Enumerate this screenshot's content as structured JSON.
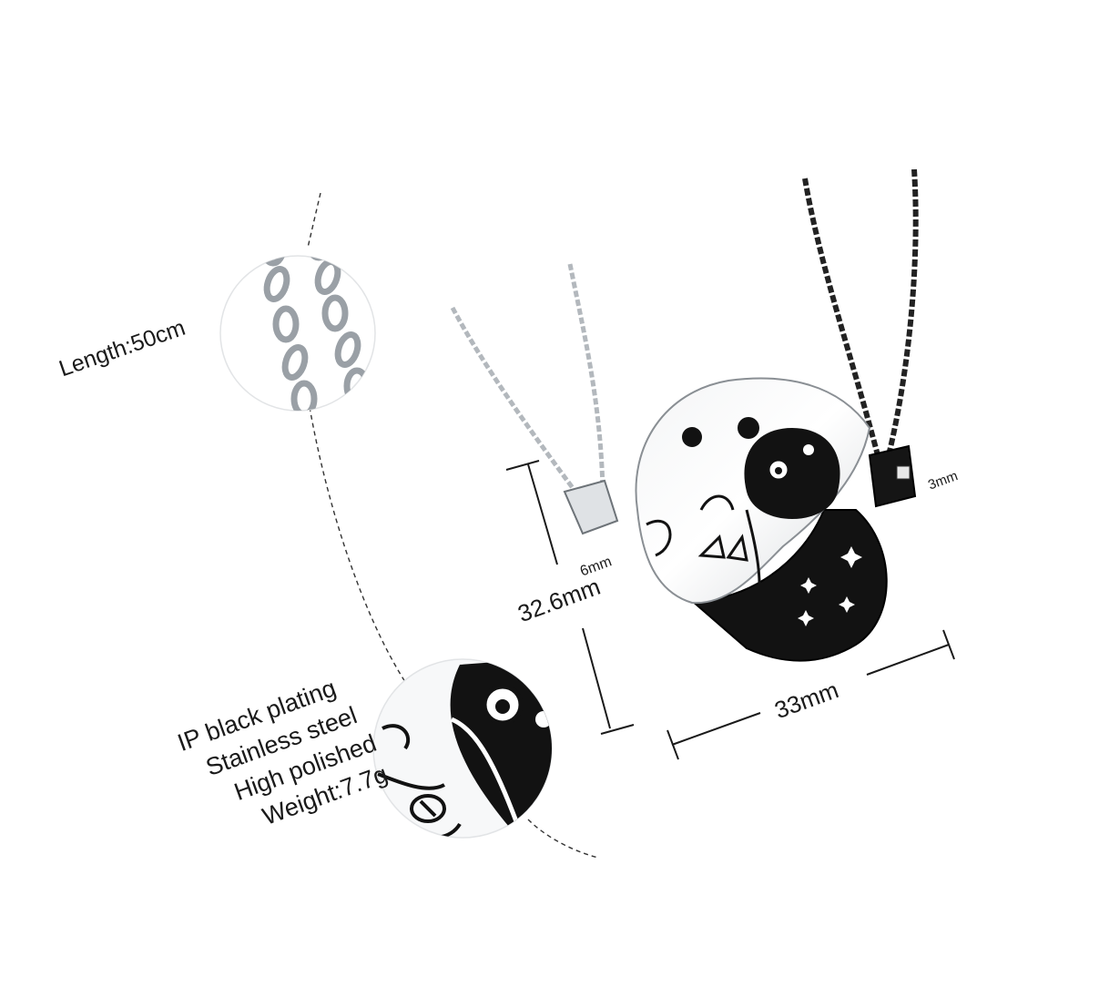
{
  "labels": {
    "length": "Length:50cm",
    "height": "32.6mm",
    "bail": "6mm",
    "width": "33mm",
    "bail_right": "3mm"
  },
  "specs": [
    "IP black plating",
    "Stainless steel",
    "High polished",
    "Weight:7.7g"
  ],
  "colors": {
    "silver": "#d9dcdf",
    "steel_edge": "#8a8f94",
    "black_plate": "#121212",
    "ink": "#1a1a1a"
  },
  "icons": [
    "cat-icon",
    "paw-icon",
    "bow-icon",
    "star-icon"
  ]
}
